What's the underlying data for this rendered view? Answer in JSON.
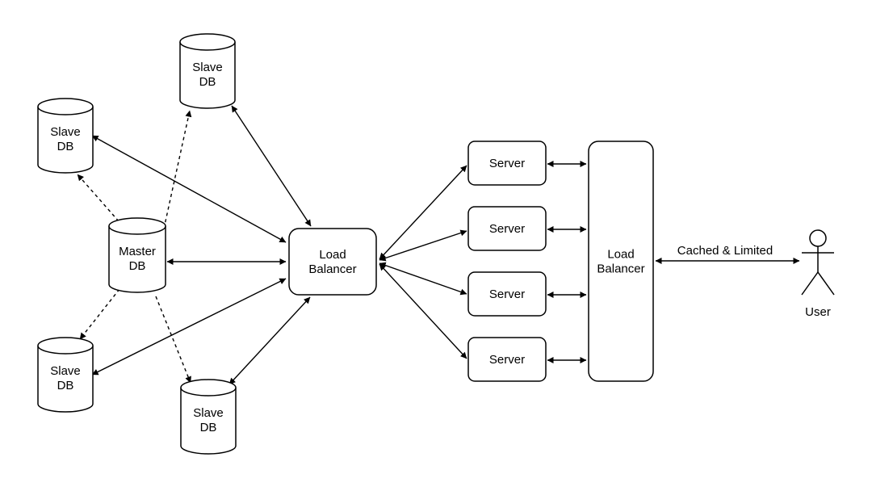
{
  "colors": {
    "stroke": "#000000",
    "fill": "#ffffff",
    "background": "#ffffff"
  },
  "nodes": {
    "slave_db_top": {
      "icon": "database-cylinder-icon",
      "lines": [
        "Slave",
        "DB"
      ]
    },
    "slave_db_left_top": {
      "icon": "database-cylinder-icon",
      "lines": [
        "Slave",
        "DB"
      ]
    },
    "master_db": {
      "icon": "database-cylinder-icon",
      "lines": [
        "Master",
        "DB"
      ]
    },
    "slave_db_left_bottom": {
      "icon": "database-cylinder-icon",
      "lines": [
        "Slave",
        "DB"
      ]
    },
    "slave_db_bottom": {
      "icon": "database-cylinder-icon",
      "lines": [
        "Slave",
        "DB"
      ]
    },
    "load_balancer_db": {
      "lines": [
        "Load",
        "Balancer"
      ]
    },
    "server_1": {
      "lines": [
        "Server"
      ]
    },
    "server_2": {
      "lines": [
        "Server"
      ]
    },
    "server_3": {
      "lines": [
        "Server"
      ]
    },
    "server_4": {
      "lines": [
        "Server"
      ]
    },
    "load_balancer_front": {
      "lines": [
        "Load",
        "Balancer"
      ]
    },
    "user": {
      "icon": "stick-figure-user-icon",
      "lines": [
        "User"
      ]
    }
  },
  "edges": [
    {
      "from": "master_db",
      "to": "slave_db_top",
      "style": "dashed",
      "direction": "forward"
    },
    {
      "from": "master_db",
      "to": "slave_db_left_top",
      "style": "dashed",
      "direction": "forward"
    },
    {
      "from": "master_db",
      "to": "slave_db_left_bottom",
      "style": "dashed",
      "direction": "forward"
    },
    {
      "from": "master_db",
      "to": "slave_db_bottom",
      "style": "dashed",
      "direction": "forward"
    },
    {
      "from": "load_balancer_db",
      "to": "master_db",
      "style": "solid",
      "direction": "both"
    },
    {
      "from": "load_balancer_db",
      "to": "slave_db_top",
      "style": "solid",
      "direction": "both"
    },
    {
      "from": "load_balancer_db",
      "to": "slave_db_left_top",
      "style": "solid",
      "direction": "both"
    },
    {
      "from": "load_balancer_db",
      "to": "slave_db_left_bottom",
      "style": "solid",
      "direction": "both"
    },
    {
      "from": "load_balancer_db",
      "to": "slave_db_bottom",
      "style": "solid",
      "direction": "both"
    },
    {
      "from": "load_balancer_db",
      "to": "server_1",
      "style": "solid",
      "direction": "both"
    },
    {
      "from": "load_balancer_db",
      "to": "server_2",
      "style": "solid",
      "direction": "both"
    },
    {
      "from": "load_balancer_db",
      "to": "server_3",
      "style": "solid",
      "direction": "both"
    },
    {
      "from": "load_balancer_db",
      "to": "server_4",
      "style": "solid",
      "direction": "both"
    },
    {
      "from": "server_1",
      "to": "load_balancer_front",
      "style": "solid",
      "direction": "both"
    },
    {
      "from": "server_2",
      "to": "load_balancer_front",
      "style": "solid",
      "direction": "both"
    },
    {
      "from": "server_3",
      "to": "load_balancer_front",
      "style": "solid",
      "direction": "both"
    },
    {
      "from": "server_4",
      "to": "load_balancer_front",
      "style": "solid",
      "direction": "both"
    },
    {
      "from": "load_balancer_front",
      "to": "user",
      "style": "solid",
      "direction": "both",
      "label": "Cached & Limited"
    }
  ]
}
